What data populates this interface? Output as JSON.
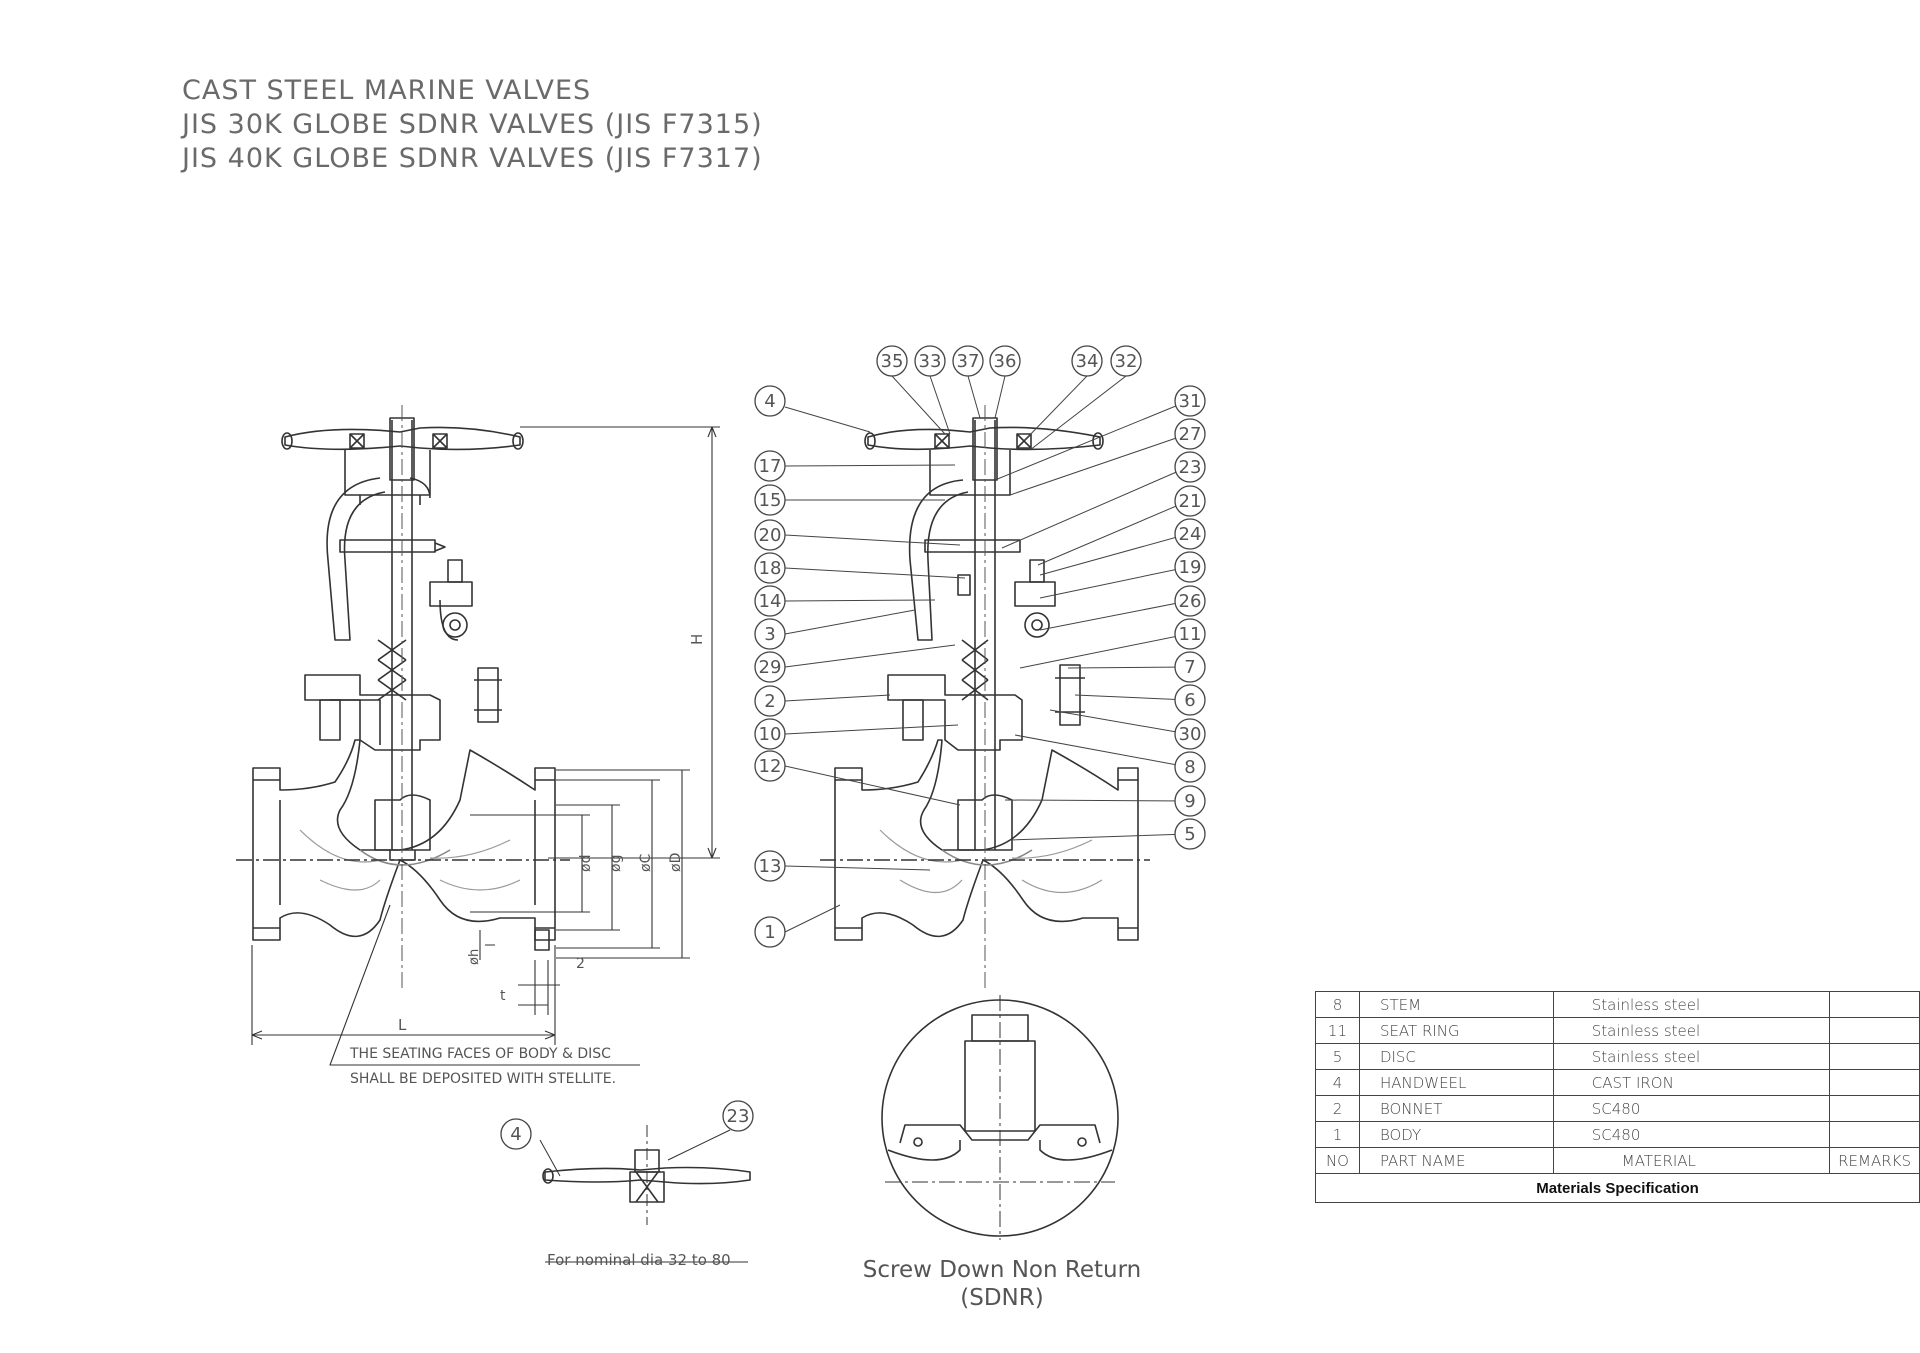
{
  "title_lines": [
    "CAST STEEL MARINE VALVES",
    "JIS 30K GLOBE SDNR VALVES (JIS F7315)",
    "JIS 40K GLOBE SDNR VALVES (JIS F7317)"
  ],
  "dimension_labels": {
    "H": "H",
    "d": "ød",
    "g": "øg",
    "C": "øC",
    "D": "øD",
    "h": "øh",
    "t": "t",
    "two": "2",
    "L": "L"
  },
  "note_lines": [
    "THE SEATING FACES OF BODY & DISC",
    "SHALL BE DEPOSITED WITH STELLITE."
  ],
  "top_balloons": [
    "35",
    "33",
    "37",
    "36",
    "34",
    "32"
  ],
  "left_balloons": [
    "4",
    "17",
    "15",
    "20",
    "18",
    "14",
    "3",
    "29",
    "2",
    "10",
    "12",
    "13",
    "1"
  ],
  "right_balloons": [
    "31",
    "27",
    "23",
    "21",
    "24",
    "19",
    "26",
    "11",
    "7",
    "6",
    "30",
    "8",
    "9",
    "5"
  ],
  "small_view": {
    "balloon_left": "4",
    "balloon_right": "23",
    "caption": "For nominal dia 32 to 80"
  },
  "detail_caption": [
    "Screw Down Non Return",
    "(SDNR)"
  ],
  "bom": {
    "rows": [
      {
        "no": "8",
        "part": "STEM",
        "material": "Stainless steel",
        "remarks": ""
      },
      {
        "no": "11",
        "part": "SEAT RING",
        "material": "Stainless steel",
        "remarks": ""
      },
      {
        "no": "5",
        "part": "DISC",
        "material": "Stainless steel",
        "remarks": ""
      },
      {
        "no": "4",
        "part": "HANDWEEL",
        "material": "CAST IRON",
        "remarks": ""
      },
      {
        "no": "2",
        "part": "BONNET",
        "material": "SC480",
        "remarks": ""
      },
      {
        "no": "1",
        "part": "BODY",
        "material": "SC480",
        "remarks": ""
      }
    ],
    "header": {
      "no": "NO",
      "part": "PART  NAME",
      "material": "MATERIAL",
      "remarks": "REMARKS"
    },
    "footer": "Materials Specification"
  },
  "colors": {
    "line": "#333333",
    "light": "#9a9a9a",
    "text": "#555555"
  }
}
